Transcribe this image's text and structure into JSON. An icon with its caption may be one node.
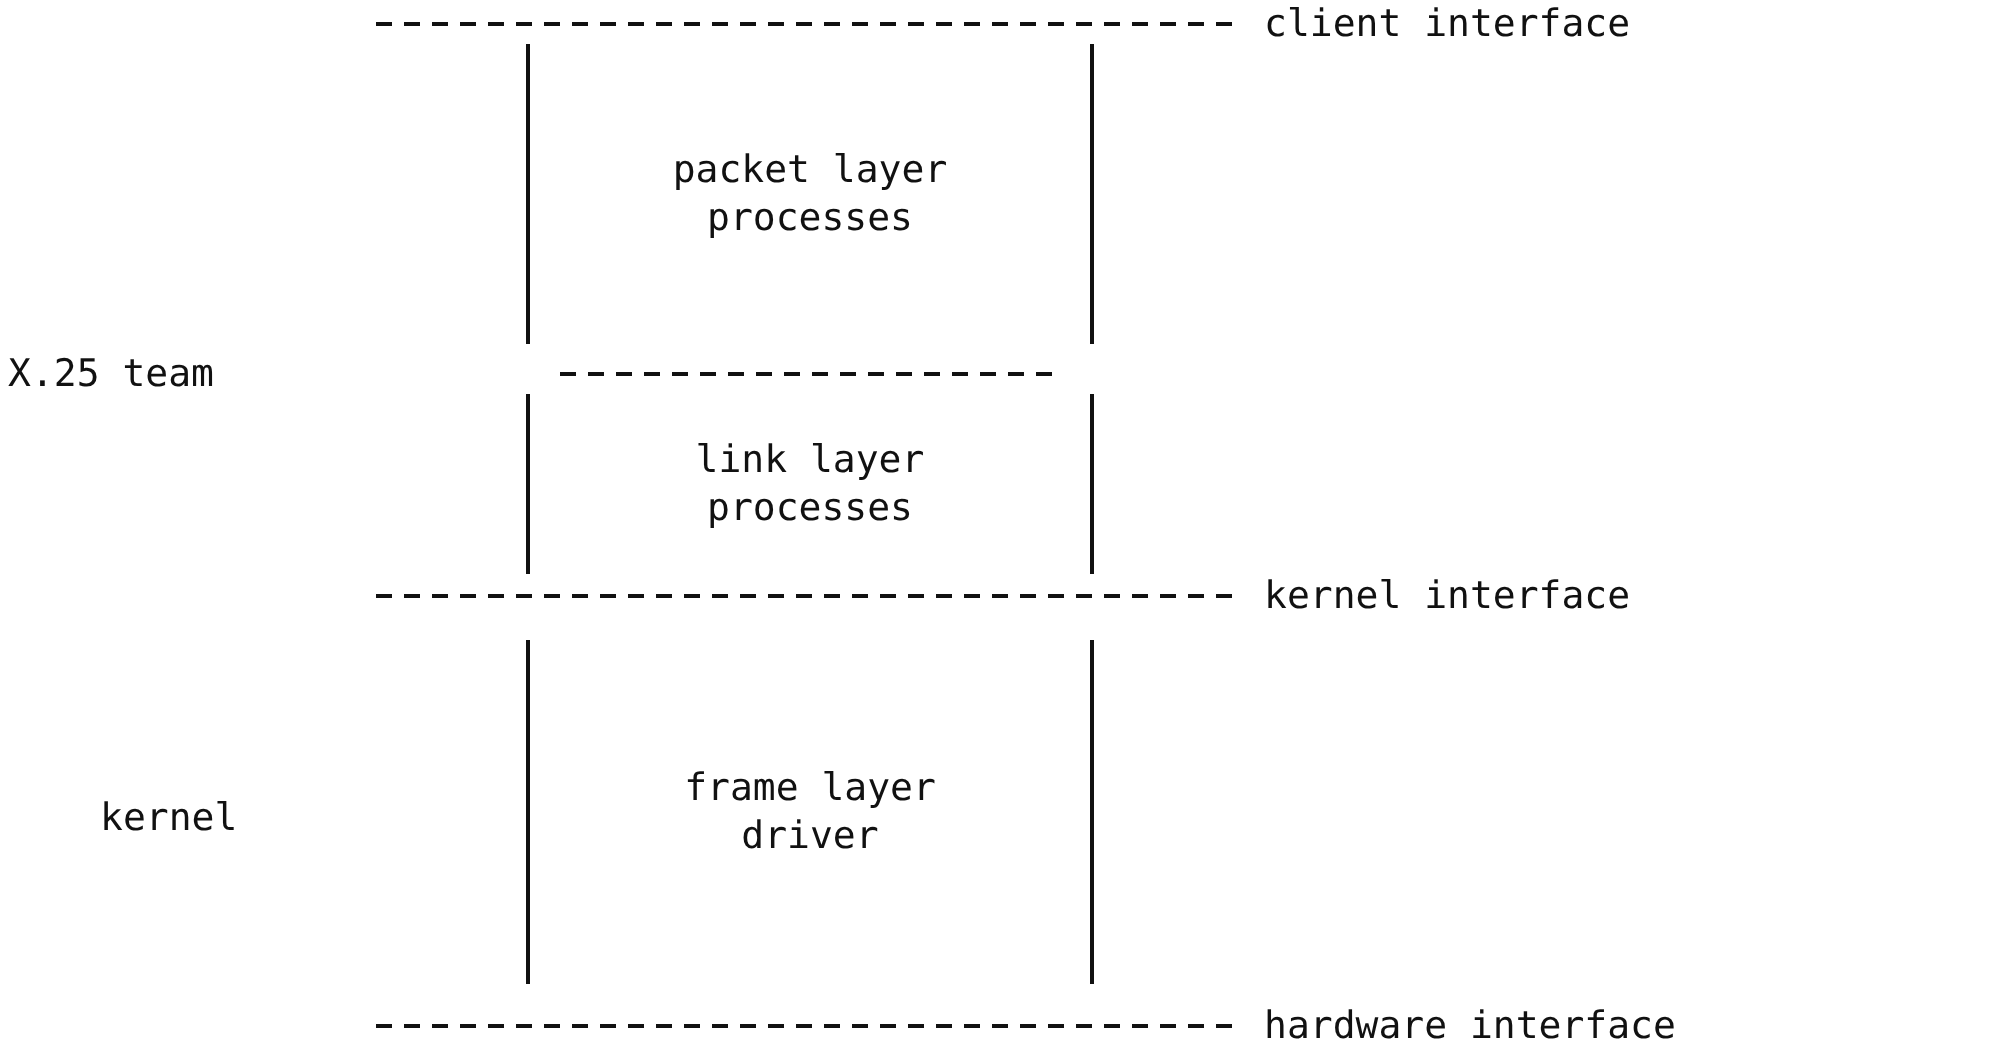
{
  "diagram": {
    "nodes": [
      {
        "text": [
          "packet layer processes"
        ]
      },
      {
        "text": [
          "link layer processes"
        ]
      },
      {
        "text": [
          "frame layer driver"
        ]
      }
    ],
    "labels": [
      "client interface",
      "X.25 team",
      "kernel interface",
      "kernel",
      "hardware interface"
    ]
  }
}
